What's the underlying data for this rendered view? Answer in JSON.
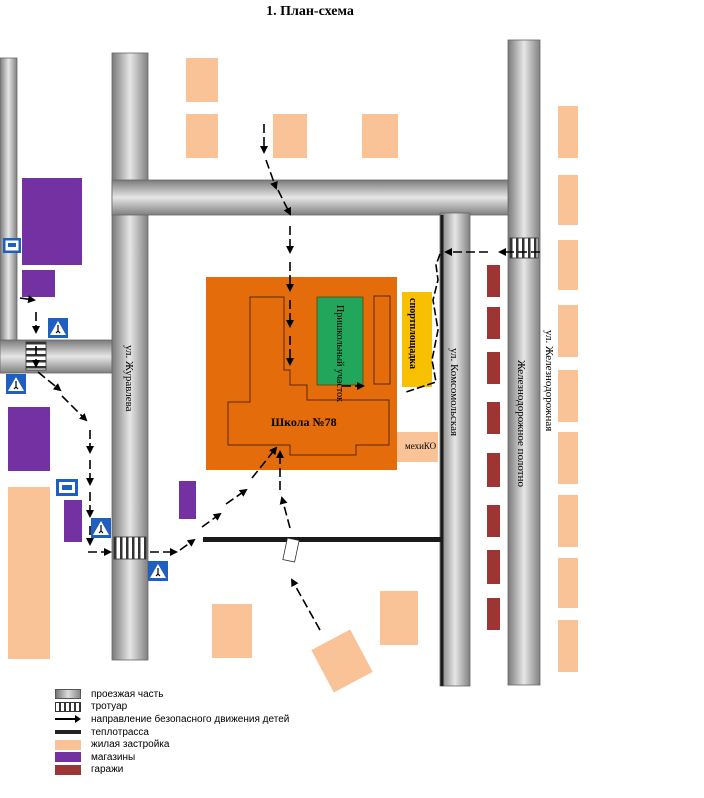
{
  "title": "1.  План-схема",
  "labels": {
    "street_zhuravleva": "ул. Журавлева",
    "street_komsomolskaya": "ул. Комсомольская",
    "street_zheleznodorozhnaya": "ул. Железнодорожная",
    "railway": "Железнодорожное полотно",
    "school": "Школа №78",
    "sports_ground": "спортплощадка",
    "garden_plot": "Пришкольный участок",
    "workshop": "мехиКО"
  },
  "legend": [
    {
      "key": "road",
      "label": "проезжая часть"
    },
    {
      "key": "sidewalk",
      "label": "тротуар"
    },
    {
      "key": "safe_route",
      "label": "направление безопасного движения детей"
    },
    {
      "key": "heating_main",
      "label": "теплотрасса"
    },
    {
      "key": "residential",
      "label": "жилая застройка"
    },
    {
      "key": "shops",
      "label": "магазины"
    },
    {
      "key": "garages",
      "label": "гаражи"
    }
  ],
  "colors": {
    "school": "#e46c0a",
    "garden": "#21a65b",
    "sports": "#f7c000",
    "residential": "#f9c297",
    "shops": "#7331a1",
    "garages": "#9c3533",
    "road": "#9a9a9a",
    "sign": "#1f5fbf"
  },
  "icons": [
    "pedestrian-crossing-sign-icon",
    "bus-stop-sign-icon",
    "direction-arrow-icon"
  ]
}
